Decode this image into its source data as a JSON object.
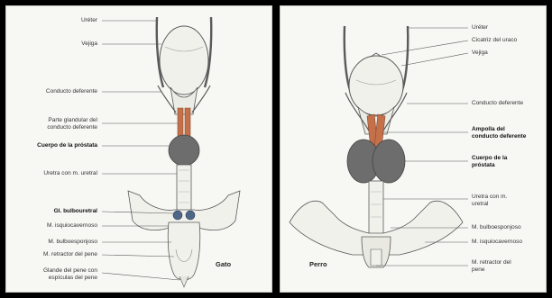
{
  "diagram": {
    "cat": {
      "species_label": "Gato",
      "labels": [
        {
          "text": "Uréter",
          "bold": false
        },
        {
          "text": "Vejiga",
          "bold": false
        },
        {
          "text": "Conducto deferente",
          "bold": false
        },
        {
          "text": "Parte glandular del\nconducto deferente",
          "bold": false
        },
        {
          "text": "Cuerpo de la próstata",
          "bold": true
        },
        {
          "text": "Uretra con m. uretral",
          "bold": false
        },
        {
          "text": "Gl. bulbouretral",
          "bold": true
        },
        {
          "text": "M. isquiocavernoso",
          "bold": false
        },
        {
          "text": "M. bulboesponjoso",
          "bold": false
        },
        {
          "text": "M. retractor del pene",
          "bold": false
        },
        {
          "text": "Glande del pene con\nespículas del pene",
          "bold": false
        }
      ]
    },
    "dog": {
      "species_label": "Perro",
      "labels": [
        {
          "text": "Uréter",
          "bold": false
        },
        {
          "text": "Cicatriz del uraco",
          "bold": false
        },
        {
          "text": "Vejiga",
          "bold": false
        },
        {
          "text": "Conducto deferente",
          "bold": false
        },
        {
          "text": "Ampolla del\nconducto deferente",
          "bold": true
        },
        {
          "text": "Cuerpo de la\npróstata",
          "bold": true
        },
        {
          "text": "Uretra con m.\nuretral",
          "bold": false
        },
        {
          "text": "M. bulboesponjoso",
          "bold": false
        },
        {
          "text": "M. isquiocavernoso",
          "bold": false
        },
        {
          "text": "M. retractor del\npene",
          "bold": false
        }
      ]
    }
  },
  "colors": {
    "background": "#000000",
    "panel": "#f7f7f4",
    "tissue": "#f1f1ec",
    "outline": "#5a5a5a",
    "prostate": "#6d6d6d",
    "ampulla": "#c4704b",
    "bulbourethral_gland": "#4d6787"
  }
}
